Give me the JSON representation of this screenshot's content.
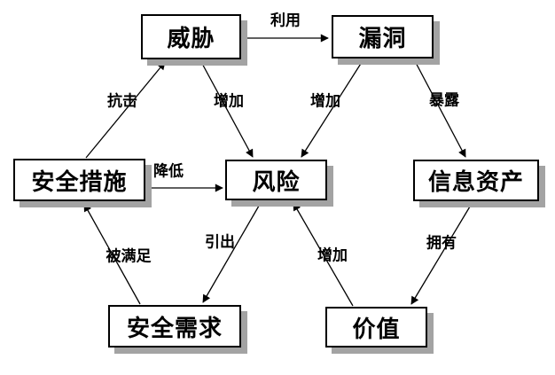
{
  "diagram": {
    "type": "concept-relationship-diagram",
    "language": "zh",
    "nodes": [
      {
        "id": "threat",
        "label": "威胁"
      },
      {
        "id": "vulnerability",
        "label": "漏洞"
      },
      {
        "id": "security-measures",
        "label": "安全措施"
      },
      {
        "id": "risk",
        "label": "风险"
      },
      {
        "id": "information-assets",
        "label": "信息资产"
      },
      {
        "id": "security-requirements",
        "label": "安全需求"
      },
      {
        "id": "value",
        "label": "价值"
      }
    ],
    "edges": [
      {
        "from": "威胁",
        "to": "漏洞",
        "label": "利用"
      },
      {
        "from": "安全措施",
        "to": "威胁",
        "label": "抗击"
      },
      {
        "from": "威胁",
        "to": "风险",
        "label": "增加"
      },
      {
        "from": "漏洞",
        "to": "风险",
        "label": "增加"
      },
      {
        "from": "漏洞",
        "to": "信息资产",
        "label": "暴露"
      },
      {
        "from": "安全措施",
        "to": "风险",
        "label": "降低"
      },
      {
        "from": "安全需求",
        "to": "安全措施",
        "label": "被满足"
      },
      {
        "from": "风险",
        "to": "安全需求",
        "label": "引出"
      },
      {
        "from": "价值",
        "to": "风险",
        "label": "增加"
      },
      {
        "from": "信息资产",
        "to": "价值",
        "label": "拥有"
      }
    ],
    "colors": {
      "background": "#ffffff",
      "box_fill": "#ffffff",
      "box_border": "#000000",
      "box_shadow": "#a3a3a3",
      "line": "#000000",
      "text": "#000000"
    }
  }
}
